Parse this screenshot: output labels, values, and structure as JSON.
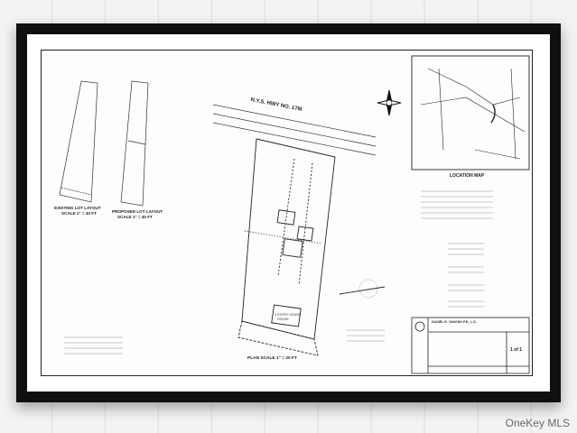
{
  "plan": {
    "highway": "N.Y.S. HWY NO. 17M",
    "existing_lot_layout": "EXISTING LOT LAYOUT",
    "existing_scale": "SCALE 1\" = 40 FT",
    "proposed_lot_layout": "PROPOSED LOT LAYOUT",
    "proposed_scale": "SCALE 1\" = 40 FT",
    "location_map": "LOCATION MAP",
    "plan_scale": "PLAN SCALE 1\" = 20 FT",
    "house_label": "2 STORY HOUSE",
    "house_label_2": "HOUSE",
    "engineer": "DANIEL R. YANOSH P.E., L.S.",
    "sheet_number": "1 of 1"
  },
  "watermark": "OneKey MLS"
}
